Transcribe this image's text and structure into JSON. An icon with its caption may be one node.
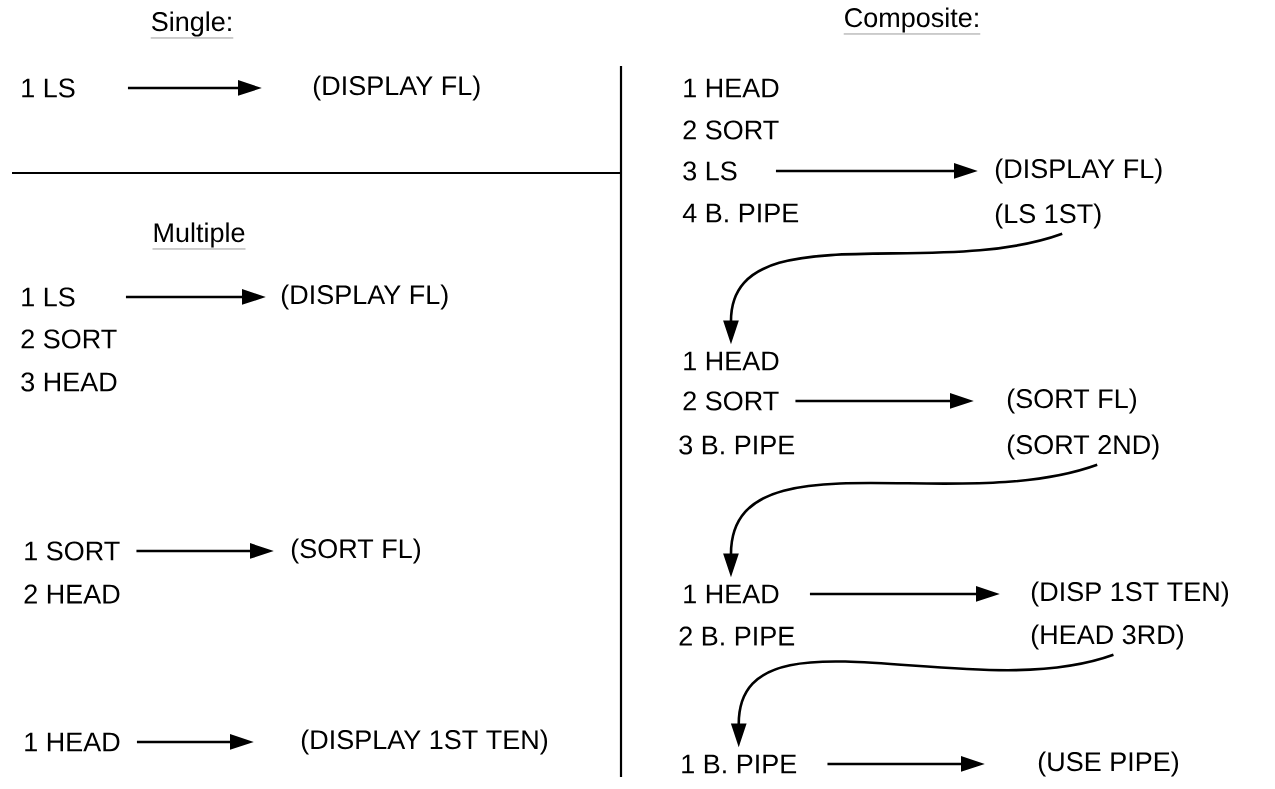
{
  "diagram": {
    "nodes": [
      {
        "text": [
          "1 LS"
        ]
      },
      {
        "text": [
          "(DISPLAY FL)"
        ]
      },
      {
        "text": [
          "1 LS"
        ]
      },
      {
        "text": [
          "(DISPLAY FL)"
        ]
      },
      {
        "text": [
          "1 SORT"
        ]
      },
      {
        "text": [
          "(SORT FL)"
        ]
      },
      {
        "text": [
          "1 HEAD"
        ]
      },
      {
        "text": [
          "(DISPLAY 1ST TEN)"
        ]
      },
      {
        "text": [
          "3 LS"
        ]
      },
      {
        "text": [
          "(DISPLAY FL)"
        ]
      },
      {
        "text": [
          "(LS 1ST)"
        ]
      },
      {
        "text": [
          "1 HEAD"
        ]
      },
      {
        "text": [
          "2 SORT"
        ]
      },
      {
        "text": [
          "(SORT FL)"
        ]
      },
      {
        "text": [
          "(SORT 2ND)"
        ]
      },
      {
        "text": [
          "1 HEAD"
        ]
      },
      {
        "text": [
          "(DISP 1ST TEN)"
        ]
      },
      {
        "text": [
          "(HEAD 3RD)"
        ]
      },
      {
        "text": [
          "1 B. PIPE"
        ]
      },
      {
        "text": [
          "(USE PIPE)"
        ]
      }
    ],
    "edges": [
      {
        "from": 0,
        "to": 1,
        "arrow": "to"
      },
      {
        "from": 2,
        "to": 3,
        "arrow": "to"
      },
      {
        "from": 4,
        "to": 5,
        "arrow": "to"
      },
      {
        "from": 6,
        "to": 7,
        "arrow": "to"
      },
      {
        "from": 8,
        "to": 9,
        "arrow": "to"
      },
      {
        "from": 10,
        "to": 11,
        "arrow": "to"
      },
      {
        "from": 12,
        "to": 13,
        "arrow": "to"
      },
      {
        "from": 14,
        "to": 15,
        "arrow": "to"
      },
      {
        "from": 15,
        "to": 16,
        "arrow": "to"
      },
      {
        "from": 17,
        "to": 18,
        "arrow": "to"
      },
      {
        "from": 18,
        "to": 19,
        "arrow": "to"
      }
    ],
    "labels": [
      "Single:",
      "Composite:",
      "1 HEAD",
      "2 SORT",
      "4 B. PIPE",
      "Multiple",
      "2 SORT",
      "3 HEAD",
      "3 B. PIPE",
      "2 HEAD",
      "2 B. PIPE"
    ]
  }
}
